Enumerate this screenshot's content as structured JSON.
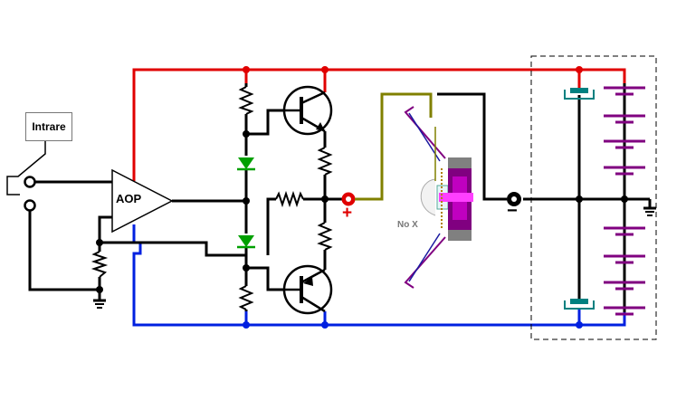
{
  "labels": {
    "input": "Intrare",
    "opamp": "AOP",
    "speaker": "No X",
    "plus": "+",
    "minus": "−"
  },
  "colors": {
    "positive_rail": "#e00000",
    "negative_rail": "#0020e0",
    "wire": "#000000",
    "speaker_wire": "#808000",
    "diode": "#00a000",
    "battery": "#800080",
    "capacitor": "#008080",
    "terminal": "#e00000"
  },
  "icons": {
    "transistor_top": "npn-transistor-icon",
    "transistor_bottom": "pnp-transistor-icon",
    "speaker": "speaker-icon",
    "ground": "ground-icon"
  }
}
